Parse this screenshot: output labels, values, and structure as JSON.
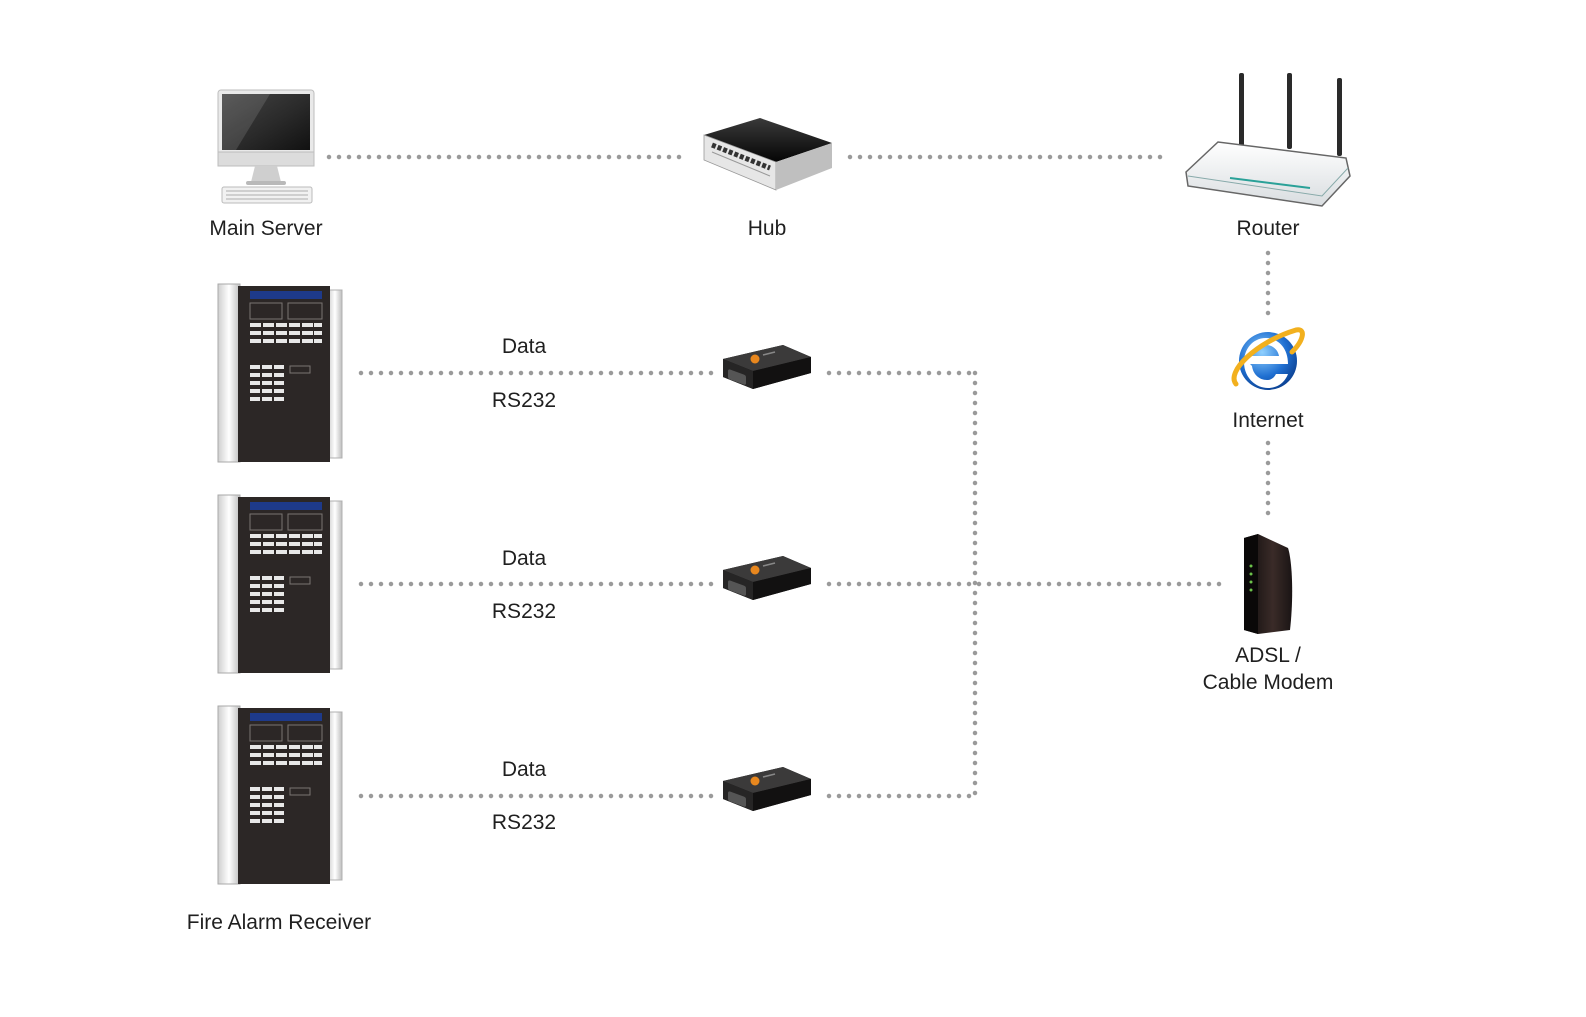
{
  "nodes": {
    "main_server": {
      "label": "Main Server",
      "icon": "desktop-computer-icon"
    },
    "hub": {
      "label": "Hub",
      "icon": "network-hub-icon"
    },
    "router": {
      "label": "Router",
      "icon": "wireless-router-icon"
    },
    "internet": {
      "label": "Internet",
      "icon": "internet-explorer-icon"
    },
    "modem": {
      "label_line1": "ADSL /",
      "label_line2": "Cable Modem",
      "icon": "adsl-modem-icon"
    },
    "fire_alarm_receiver": {
      "label": "Fire Alarm Receiver",
      "icon": "fire-alarm-panel-icon"
    }
  },
  "serial_links": [
    {
      "top_label": "Data",
      "bottom_label": "RS232"
    },
    {
      "top_label": "Data",
      "bottom_label": "RS232"
    },
    {
      "top_label": "Data",
      "bottom_label": "RS232"
    }
  ],
  "colors": {
    "connector": "#9a9a9a",
    "panel_body": "#2c2726",
    "panel_display": "#1e3a8a",
    "converter_accent": "#e8871e",
    "ie_blue": "#1f6fd1",
    "ie_gold": "#f2b01e"
  }
}
